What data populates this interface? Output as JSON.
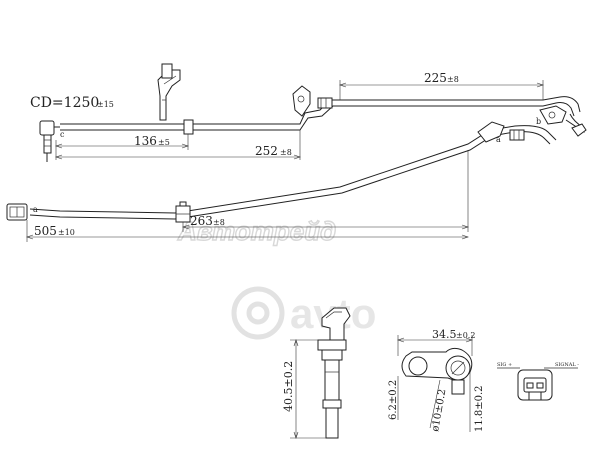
{
  "drawing": {
    "cd_label": "CD=1250",
    "cd_tol": "±15",
    "dims": {
      "d225": "225",
      "d225_tol": "±8",
      "d136": "136",
      "d136_tol": "±5",
      "d252": "252",
      "d252_tol": "±8",
      "d263": "263",
      "d263_tol": "±8",
      "d505": "505",
      "d505_tol": "±10",
      "d40_5": "40.5±0.2",
      "d34_5": "34.5",
      "d34_5_tol": "±0.2",
      "d6_2": "6.2±0.2",
      "d10": "ø10±0.2",
      "d11_8": "11.8±0.2"
    },
    "marks": {
      "c": "c",
      "b": "b",
      "a": "a",
      "a2": "a"
    },
    "connector": {
      "pin_left": "SIG +",
      "pin_right": "SIGNAL -"
    }
  },
  "watermarks": {
    "text_main": "Автотрейд",
    "text_brand": "avto"
  }
}
